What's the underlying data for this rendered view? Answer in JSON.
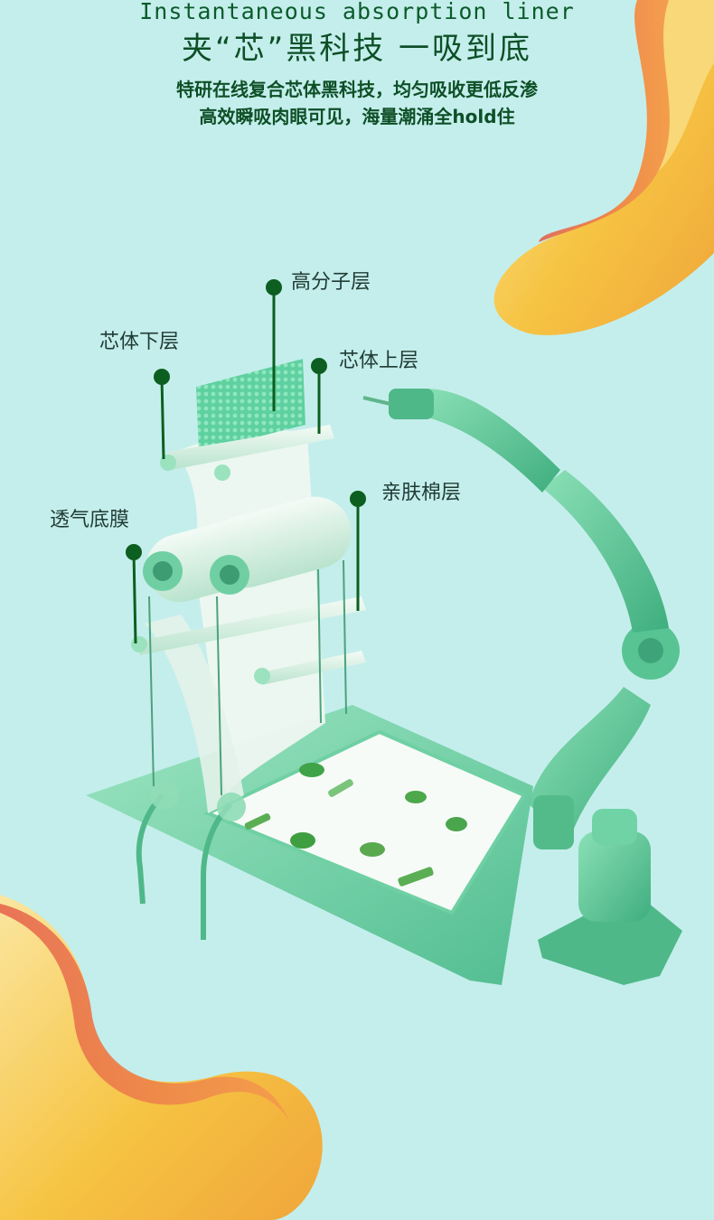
{
  "header": {
    "english_title": "Instantaneous absorption liner",
    "chinese_title": "夹“芯”黑科技 一吸到底",
    "subtitle_line1": "特研在线复合芯体黑科技，均匀吸收更低反渗",
    "subtitle_line2": "高效瞬吸肉眼可见，海量潮涌全hold住"
  },
  "labels": {
    "polymer_layer": "高分子层",
    "core_lower": "芯体下层",
    "core_upper": "芯体上层",
    "skin_cotton": "亲肤棉层",
    "breathable_film": "透气底膜"
  },
  "colors": {
    "background": "#c4eeec",
    "title_green": "#0d4f26",
    "machine_green": "#5fc79a",
    "peach": "#f5c04a"
  },
  "decorations": [
    "peach-slice-top-right",
    "peach-slice-bottom-left",
    "robot-arm",
    "liner-machine"
  ]
}
